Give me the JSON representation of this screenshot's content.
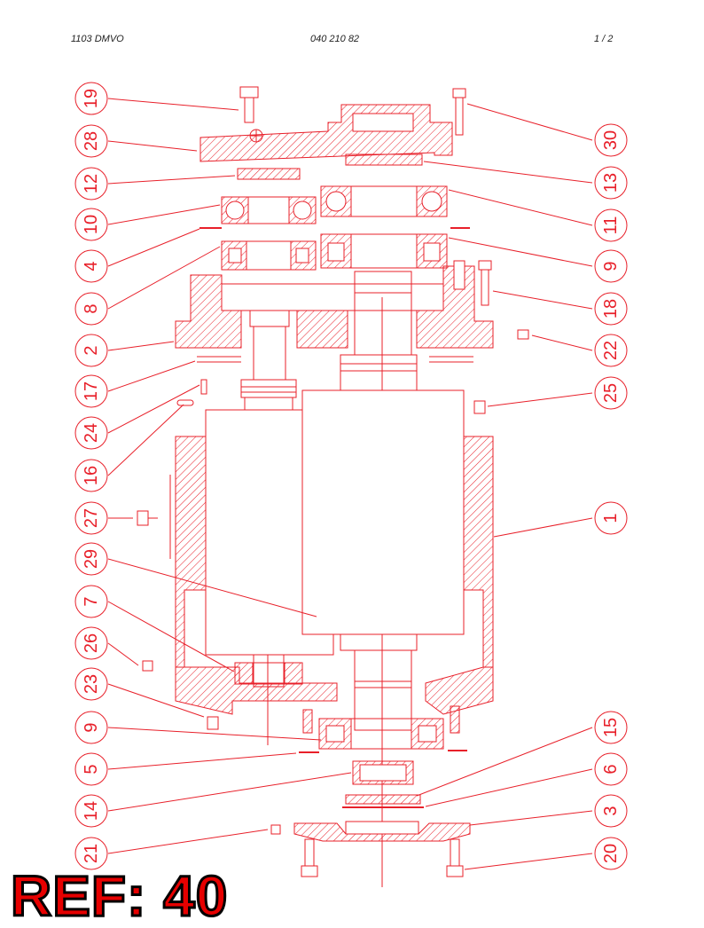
{
  "header": {
    "left": "1103 DMVO",
    "center": "040 210 82",
    "right": "1  /  2"
  },
  "ref_label": "REF: 40",
  "colors": {
    "drawing": "#e8202a",
    "ref_fill": "#e60000",
    "ref_stroke": "#000000"
  },
  "callouts_left": [
    "19",
    "28",
    "12",
    "10",
    "4",
    "8",
    "2",
    "17",
    "24",
    "16",
    "27",
    "29",
    "7",
    "26",
    "23",
    "9",
    "5",
    "14",
    "21"
  ],
  "callouts_right": [
    "30",
    "13",
    "11",
    "9",
    "18",
    "22",
    "25",
    "1",
    "15",
    "6",
    "3",
    "20"
  ]
}
